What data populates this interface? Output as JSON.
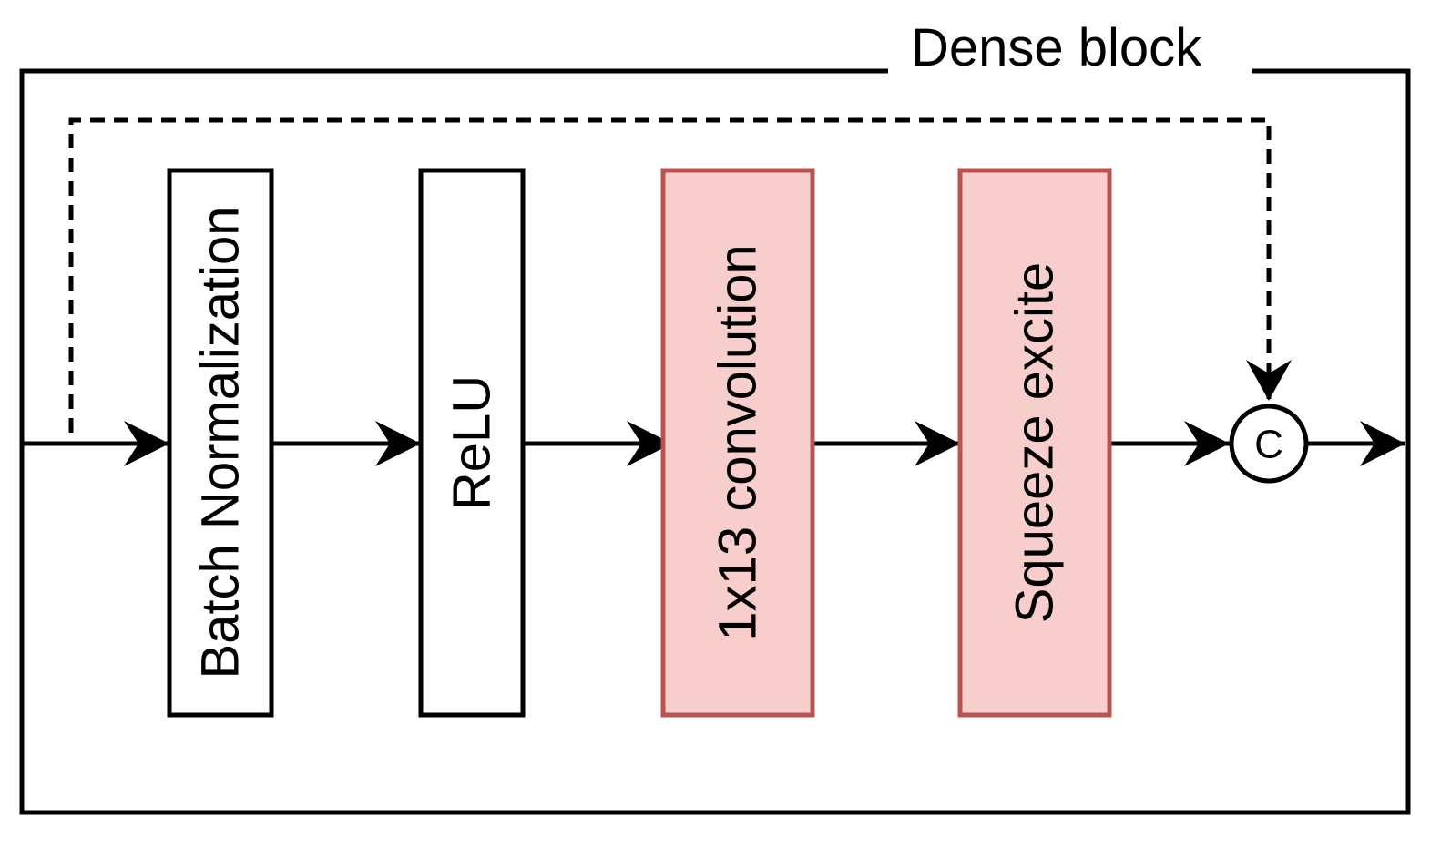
{
  "block": {
    "title": "Dense block"
  },
  "nodes": [
    {
      "label": "Batch Normalization",
      "style": "plain"
    },
    {
      "label": "ReLU",
      "style": "plain"
    },
    {
      "label": "1x13 convolution",
      "style": "highlight"
    },
    {
      "label": "Squeeze excite",
      "style": "highlight"
    }
  ],
  "concat": {
    "label": "C"
  },
  "colors": {
    "stroke": "#000000",
    "highlight_fill": "#f8cecc",
    "highlight_stroke": "#b85450",
    "plain_fill": "#ffffff"
  }
}
